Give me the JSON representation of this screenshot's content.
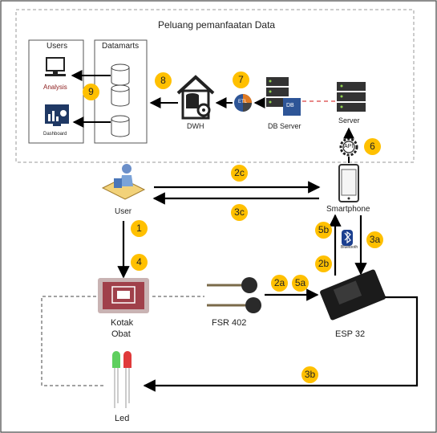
{
  "title": "Peluang pemanfaatan Data",
  "boxes": {
    "users": "Users",
    "datamarts": "Datamarts"
  },
  "nodes": {
    "analysis": "Analysis",
    "dashboard": "Dashboard",
    "dwh": "DWH",
    "etl": "ETL",
    "db_server": "DB Server",
    "db": "DB",
    "server": "Server",
    "api": "API",
    "user": "User",
    "smartphone": "Smartphone",
    "bluetooth": "Bluetooth",
    "kotak_obat_line1": "Kotak",
    "kotak_obat_line2": "Obat",
    "fsr": "FSR 402",
    "esp": "ESP 32",
    "led": "Led"
  },
  "badges": {
    "b1": "1",
    "b4": "4",
    "b2a": "2a",
    "b5a": "5a",
    "b2b": "2b",
    "b5b": "5b",
    "b3a": "3a",
    "b3b": "3b",
    "b2c": "2c",
    "b3c": "3c",
    "b6": "6",
    "b7": "7",
    "b8": "8",
    "b9": "9"
  },
  "colors": {
    "badge": "#ffc000",
    "arrow": "#000000",
    "dashed_link": "#e06060",
    "analysis_text": "#8b1a1a"
  }
}
